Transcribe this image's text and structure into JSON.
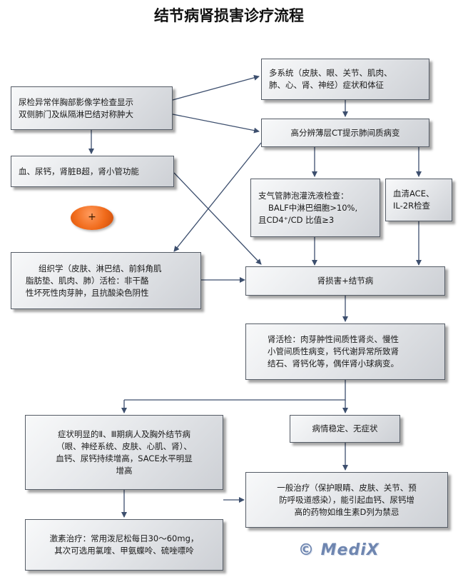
{
  "title": "结节病肾损害诊疗流程",
  "nodes": {
    "urine": [
      "尿检异常伴胸部影像学检查显示",
      "双侧肺门及纵隔淋巴结对称肿大"
    ],
    "multi": [
      "多系统（皮肤、眼、关节、肌肉、",
      "肺、心、肾、神经）症状和体征"
    ],
    "hrct": [
      "高分辨薄层CT提示肺间质病变"
    ],
    "blood": [
      "血、尿钙，肾脏B超，肾小管功能"
    ],
    "balf": [
      "支气管肺泡灌洗液检查：",
      "BALF中淋巴细胞>10%,",
      "且CD4⁺/CD     比值≥3"
    ],
    "ace": [
      "血清ACE、",
      "IL-2R检查"
    ],
    "histo": [
      "组织学（皮肤、淋巴结、前斜角肌",
      "脂肪垫、肌肉、肺）活检：非干酪",
      "性坏死性肉芽肿，且抗酸染色阴性"
    ],
    "kidney": [
      "肾损害+结节病"
    ],
    "biopsy": [
      "肾活检：肉芽肿性间质性肾炎、慢性",
      "小管间质性病变，钙代谢异常所致肾",
      "结石、肾钙化等，偶伴肾小球病变。"
    ],
    "severe": [
      "症状明显的Ⅱ、Ⅲ期病人及胸外结节病",
      "（眼、神经系统、皮肤、心肌、肾）、",
      "血钙、尿钙持续增高，SACE水平明显",
      "增高"
    ],
    "stable": [
      "病情稳定、无症状"
    ],
    "general": [
      "一般治疗（保护眼睛、皮肤、关节、预",
      "防呼吸道感染），能引起血钙、尿钙增",
      "高的药物如维生素D列为禁忌"
    ],
    "hormone": [
      "激素治疗：常用泼尼松每日30～60mg，",
      "其次可选用氯喹、甲氨蝶呤、硫唑嘌呤"
    ]
  },
  "plus_label": "+",
  "watermark": "© MediX",
  "colors": {
    "box_border": "#555c66",
    "arrow": "#3d4f6e",
    "ellipse": "#f06a1a",
    "watermark": "#6f86b0"
  }
}
